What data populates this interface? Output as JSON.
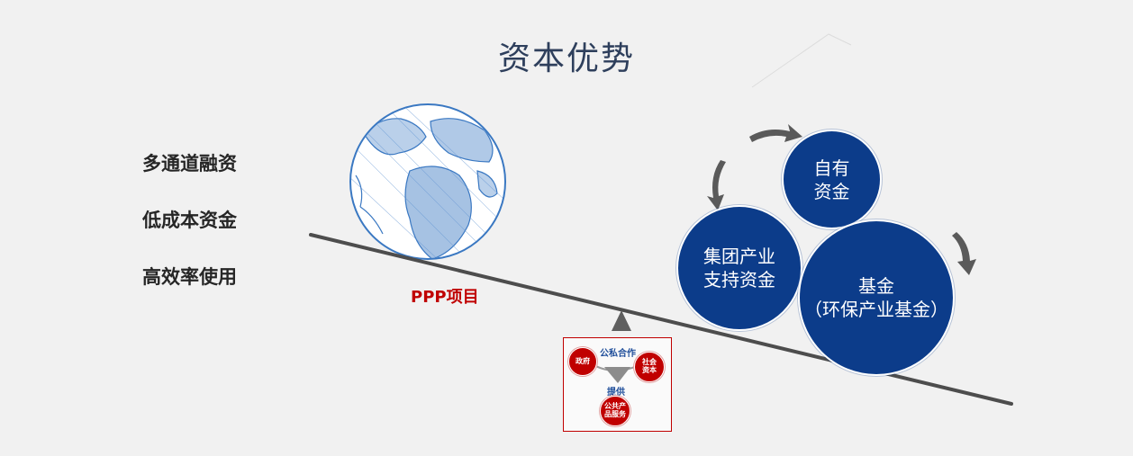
{
  "title": "资本优势",
  "advantages": [
    "多通道融资",
    "低成本资金",
    "高效率使用"
  ],
  "ppp_label": "PPP项目",
  "capital_sources": {
    "own": "自有\n资金",
    "group": "集团产业\n支持资金",
    "fund": "基金\n（环保产业基金）"
  },
  "inset": {
    "top_label": "公私合作",
    "government": "政府",
    "social_capital": "社会\n资本",
    "provide_label": "提供",
    "public_service": "公共产\n品服务"
  },
  "colors": {
    "circle_fill": "#0c3c8a",
    "ppp_red": "#c00000",
    "beam": "#4d4d4d",
    "globe": "#3a78c2"
  },
  "icons": [
    "globe-icon",
    "fulcrum-triangle-icon",
    "cycle-arrow-icon"
  ]
}
